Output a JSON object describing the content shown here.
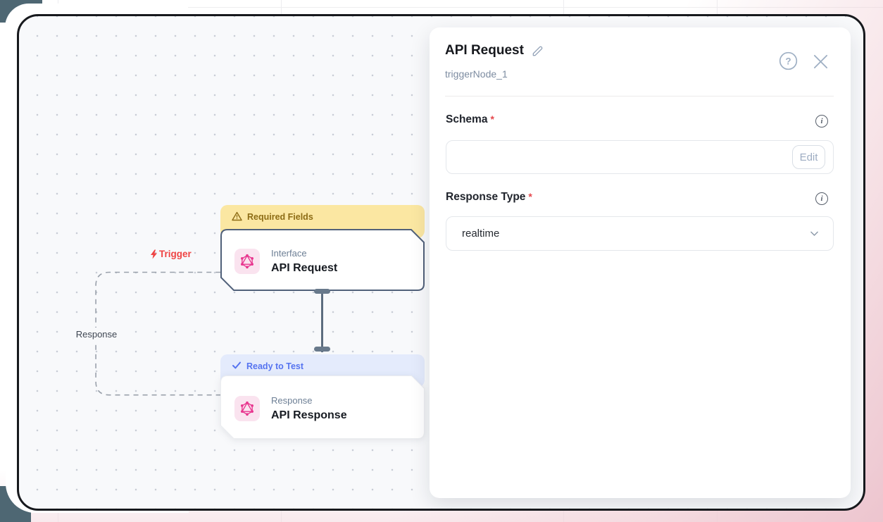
{
  "canvas": {
    "trigger_label": "Trigger",
    "response_label": "Response",
    "nodes": [
      {
        "banner": "Required Fields",
        "banner_type": "warning",
        "category": "Interface",
        "title": "API Request"
      },
      {
        "banner": "Ready to Test",
        "banner_type": "info",
        "category": "Response",
        "title": "API Response"
      }
    ]
  },
  "panel": {
    "title": "API Request",
    "subtitle": "triggerNode_1",
    "required_marker": "*",
    "schema": {
      "label": "Schema",
      "edit_button": "Edit",
      "value": ""
    },
    "response_type": {
      "label": "Response Type",
      "value": "realtime"
    }
  },
  "colors": {
    "accent_pink": "#e8368f",
    "warning_bg": "#fbe7a2",
    "warning_text": "#8d6c15",
    "info_bg": "#e4ebfc",
    "info_text": "#5674f0",
    "trigger_red": "#ef4444",
    "card_border": "#51617a",
    "canvas_bg": "#f8f9fb"
  }
}
